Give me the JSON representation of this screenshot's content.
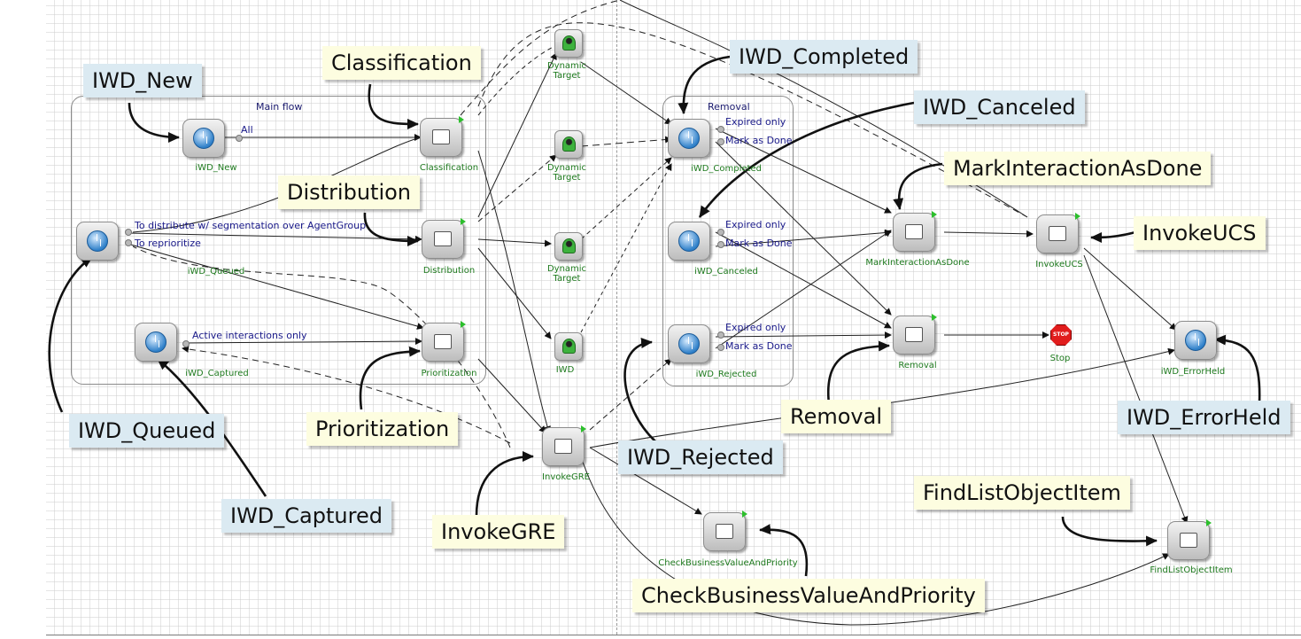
{
  "groups": {
    "main_flow": "Main flow",
    "removal": "Removal"
  },
  "nodes": {
    "iwd_new": "iWD_New",
    "classification": "Classification",
    "iwd_queued": "iWD_Queued",
    "distribution": "Distribution",
    "iwd_captured": "iWD_Captured",
    "prioritization": "Prioritization",
    "dynamic_target_1": "Dynamic\nTarget",
    "dynamic_target_2": "Dynamic\nTarget",
    "dynamic_target_3": "Dynamic\nTarget",
    "iwd_target": "IWD",
    "iwd_completed": "iWD_Completed",
    "iwd_canceled": "iWD_Canceled",
    "iwd_rejected": "iWD_Rejected",
    "mark_interaction_as_done": "MarkInteractionAsDone",
    "invoke_ucs": "InvokeUCS",
    "removal": "Removal",
    "stop": "Stop",
    "stop_sign": "STOP",
    "iwd_errorheld": "iWD_ErrorHeld",
    "invoke_gre": "InvokeGRE",
    "check_business_value": "CheckBusinessValueAndPriority",
    "find_list_object_item": "FindListObjectItem"
  },
  "edge_labels": {
    "all": "All",
    "to_distribute": "To distribute w/ segmentation over AgentGroup",
    "to_reprioritize": "To reprioritize",
    "active_only": "Active interactions only",
    "completed_expired": "Expired only",
    "completed_mark": "Mark as Done",
    "canceled_expired": "Expired only",
    "canceled_mark": "Mark as Done",
    "rejected_expired": "Expired only",
    "rejected_mark": "Mark as Done"
  },
  "callouts": {
    "iwd_new": "IWD_New",
    "classification": "Classification",
    "distribution": "Distribution",
    "iwd_completed": "IWD_Completed",
    "iwd_canceled": "IWD_Canceled",
    "mark_interaction_as_done": "MarkInteractionAsDone",
    "invoke_ucs": "InvokeUCS",
    "iwd_queued": "IWD_Queued",
    "prioritization": "Prioritization",
    "iwd_captured": "IWD_Captured",
    "invoke_gre": "InvokeGRE",
    "iwd_rejected": "IWD_Rejected",
    "removal": "Removal",
    "iwd_errorheld": "IWD_ErrorHeld",
    "find_list_object_item": "FindListObjectItem",
    "check_business_value": "CheckBusinessValueAndPriority"
  },
  "colors": {
    "callout_blue": "#dbeaf2",
    "callout_yellow": "#fdfde0",
    "node_label_green": "#1e7a1e",
    "edge_label_blue": "#1a1a8a"
  }
}
